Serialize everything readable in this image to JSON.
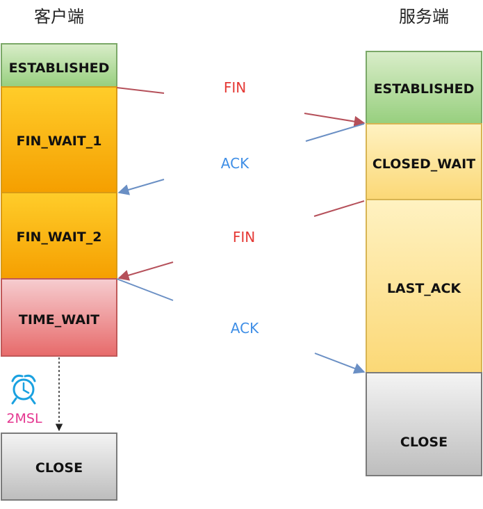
{
  "headers": {
    "client": "客户端",
    "server": "服务端"
  },
  "client_states": [
    {
      "id": "established",
      "label": "ESTABLISHED"
    },
    {
      "id": "fin-wait-1",
      "label": "FIN_WAIT_1"
    },
    {
      "id": "fin-wait-2",
      "label": "FIN_WAIT_2"
    },
    {
      "id": "time-wait",
      "label": "TIME_WAIT"
    },
    {
      "id": "close",
      "label": "CLOSE"
    }
  ],
  "server_states": [
    {
      "id": "established",
      "label": "ESTABLISHED"
    },
    {
      "id": "closed-wait",
      "label": "CLOSED_WAIT"
    },
    {
      "id": "last-ack",
      "label": "LAST_ACK"
    },
    {
      "id": "close",
      "label": "CLOSE"
    }
  ],
  "messages": [
    {
      "id": "fin-1",
      "label": "FIN",
      "from": "client",
      "to": "server"
    },
    {
      "id": "ack-1",
      "label": "ACK",
      "from": "server",
      "to": "client"
    },
    {
      "id": "fin-2",
      "label": "FIN",
      "from": "server",
      "to": "client"
    },
    {
      "id": "ack-2",
      "label": "ACK",
      "from": "client",
      "to": "server"
    }
  ],
  "timer": {
    "icon": "alarm-clock-icon",
    "label": "2MSL"
  },
  "colors": {
    "fin": "#e53935",
    "ack": "#3e8ee6",
    "fin_arrow": "#b5505a",
    "ack_arrow": "#6a8fc4",
    "timer": "#e4358f",
    "clock": "#1aa1e0"
  }
}
